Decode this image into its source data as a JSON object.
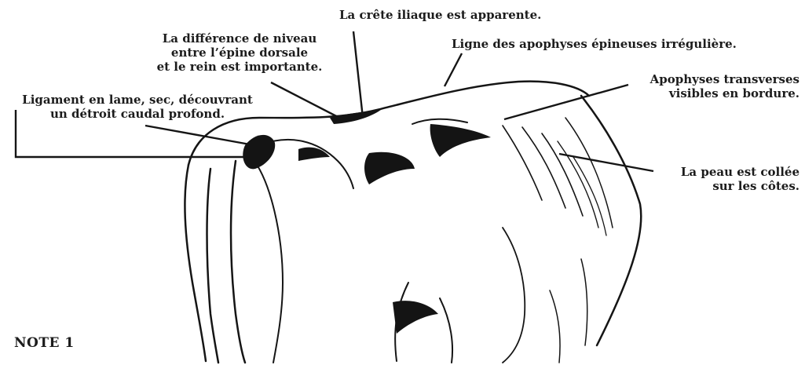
{
  "figure": {
    "note_label": "NOTE 1",
    "annotations": {
      "crete_iliaque": "La crête iliaque est apparente.",
      "difference_niveau": [
        "La différence de niveau",
        "entre l’épine dorsale",
        "et le rein est importante."
      ],
      "ligne_apophyses": "Ligne des apophyses épineuses irrégulière.",
      "ligament": [
        "Ligament en lame, sec, découvrant",
        "un détroit caudal profond."
      ],
      "apophyses_transverses": [
        "Apophyses transverses",
        "visibles en bordure."
      ],
      "peau_collee": [
        "La peau est collée",
        "sur les côtes."
      ]
    }
  }
}
